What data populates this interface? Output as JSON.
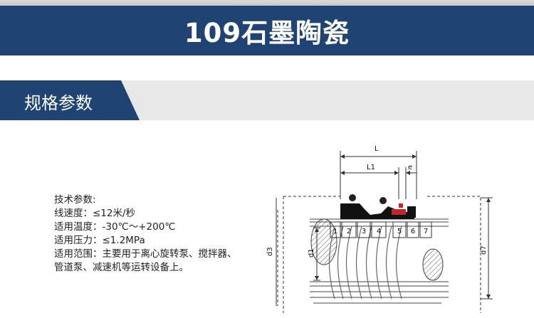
{
  "header": {
    "title": "109石墨陶瓷"
  },
  "section": {
    "title": "规格参数"
  },
  "params": {
    "heading": "技术参数:",
    "lines": [
      "线速度：≤12米/秒",
      "适用温度：-30℃～+200℃",
      "适用压力：≤1.2MPa",
      "适用范围：主要用于离心旋转泵、搅拌器、",
      "管道泵、减速机等运转设备上。"
    ]
  },
  "drawing": {
    "dims": {
      "L": "L",
      "L1": "L1",
      "e": "e",
      "d1": "d1",
      "d3": "d3",
      "d7": "d7"
    },
    "parts": [
      "1",
      "2",
      "3",
      "4",
      "5",
      "6",
      "7"
    ]
  },
  "colors": {
    "banner": "#1f4474",
    "section_bar": "#e8e8e8",
    "seal_red": "#c0262c"
  }
}
